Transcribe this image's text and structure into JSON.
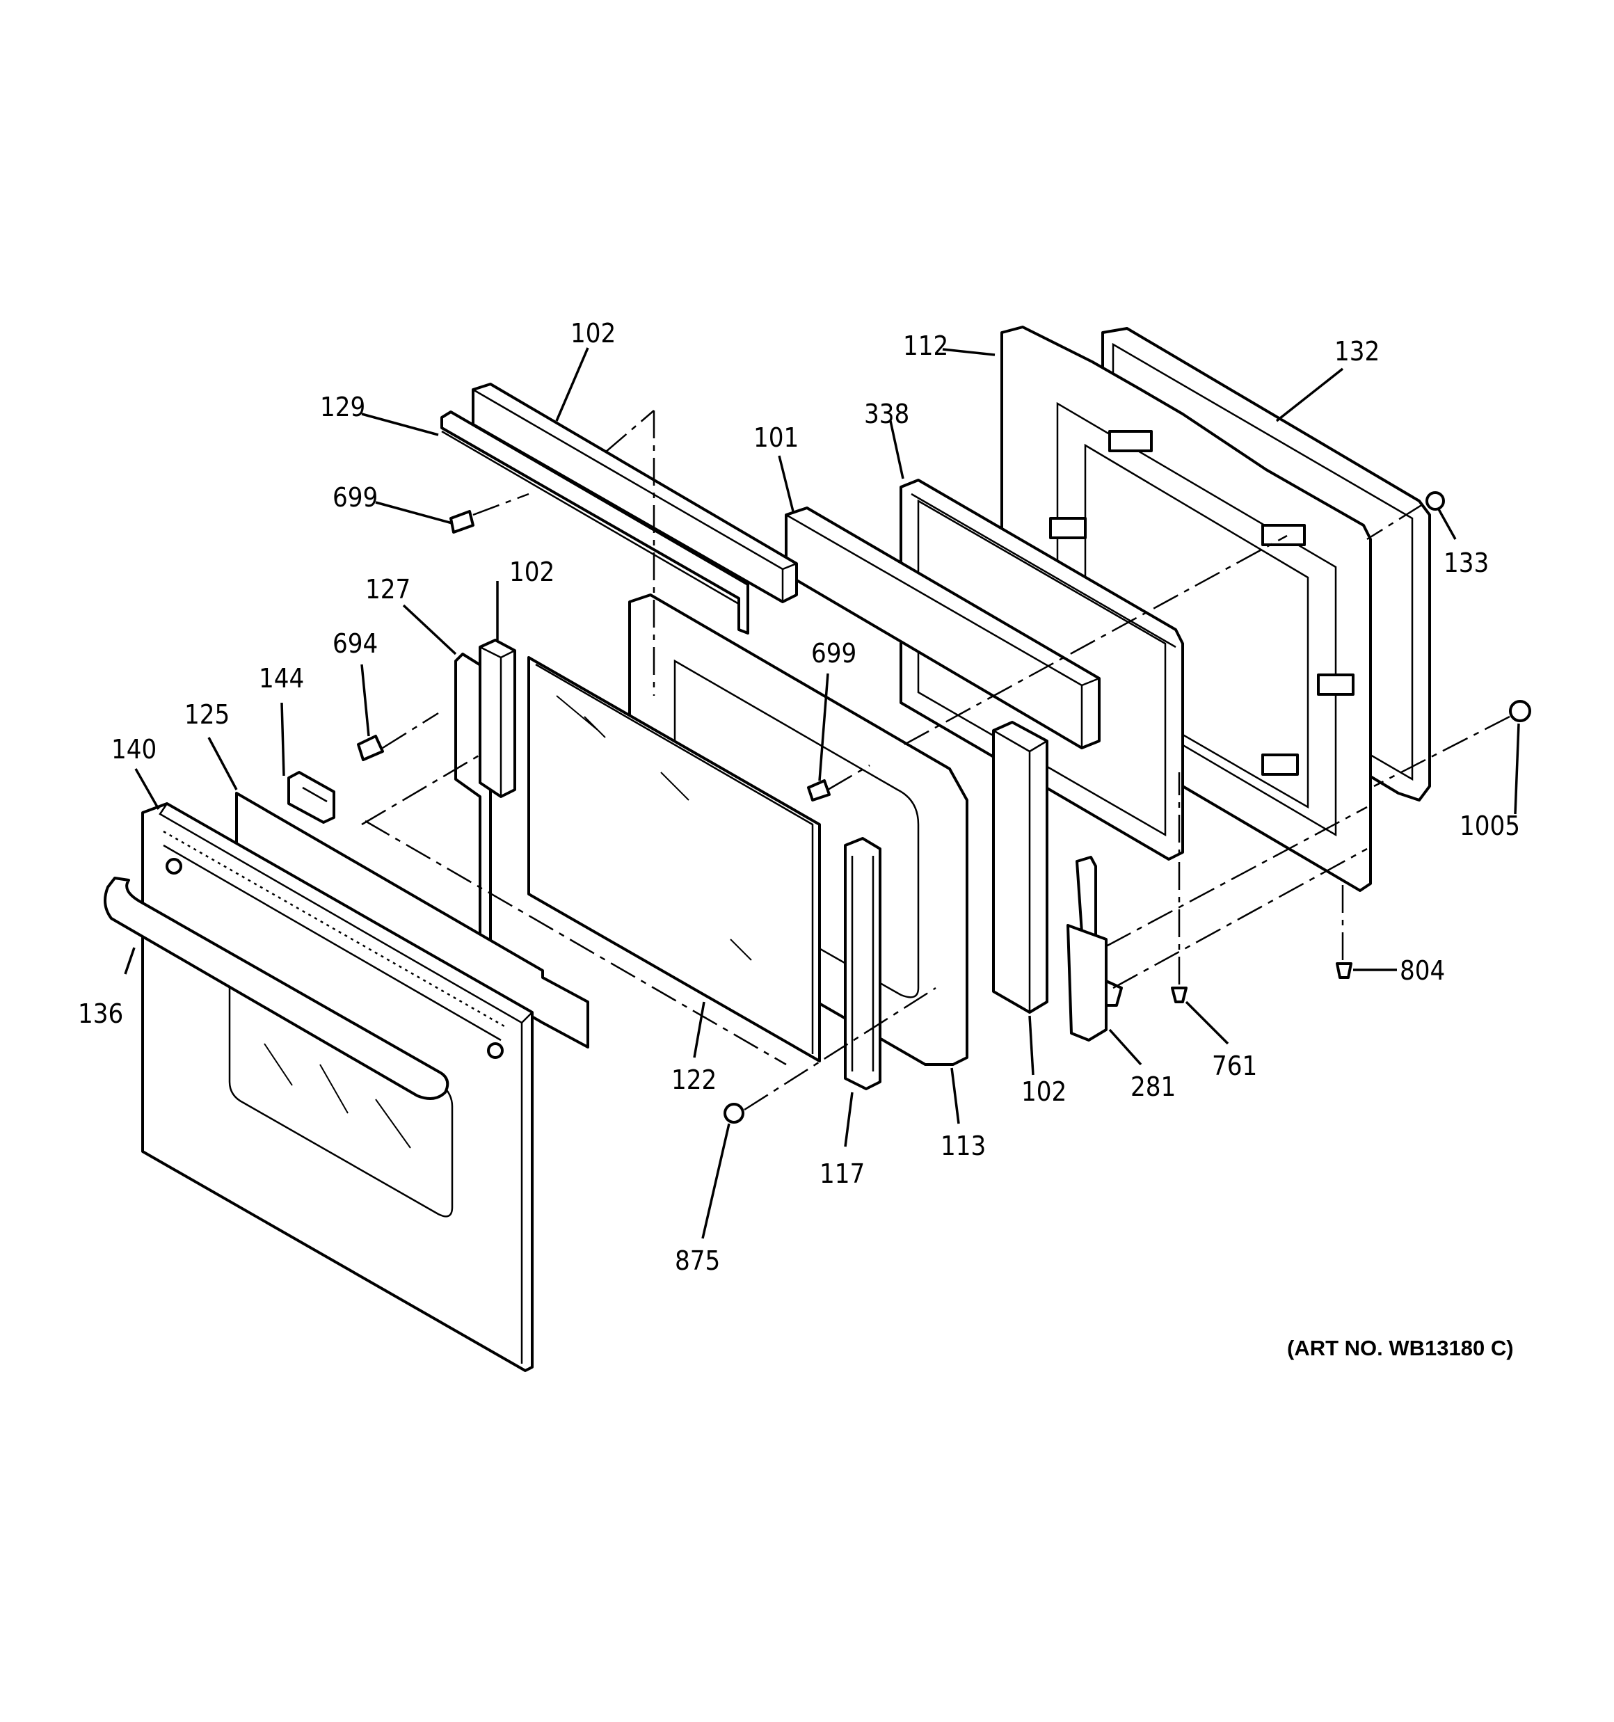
{
  "labels": {
    "l102a": "102",
    "l129": "129",
    "l699a": "699",
    "l112": "112",
    "l132": "132",
    "l338": "338",
    "l101": "101",
    "l133": "133",
    "l127": "127",
    "l102b": "102",
    "l694": "694",
    "l144": "144",
    "l125": "125",
    "l140": "140",
    "l699b": "699",
    "l1005": "1005",
    "l136": "136",
    "l804": "804",
    "l761": "761",
    "l122": "122",
    "l102c": "102",
    "l281": "281",
    "l113": "113",
    "l117": "117",
    "l875": "875"
  },
  "art_number": "(ART NO. WB13180 C)"
}
